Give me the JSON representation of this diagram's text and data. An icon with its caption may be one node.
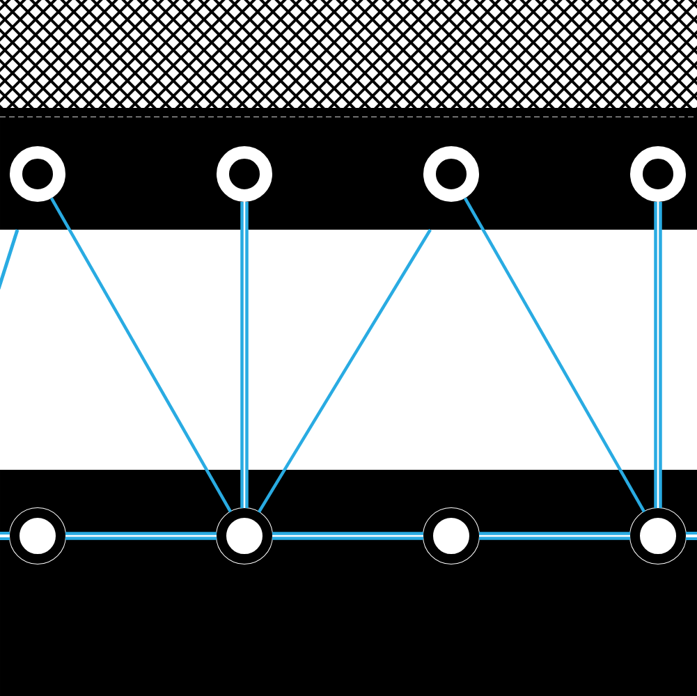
{
  "diagram": {
    "nodes": [
      {
        "text": [],
        "shape": "circle"
      },
      {
        "text": [],
        "shape": "circle"
      },
      {
        "text": [],
        "shape": "circle"
      },
      {
        "text": [],
        "shape": "circle"
      },
      {
        "text": [],
        "shape": "circle"
      },
      {
        "text": [],
        "shape": "circle"
      },
      {
        "text": [],
        "shape": "circle"
      },
      {
        "text": [],
        "shape": "circle"
      }
    ],
    "edges": [
      {
        "from": 0,
        "to": 5,
        "arrow": "none"
      },
      {
        "from": 1,
        "to": 5,
        "arrow": "none"
      },
      {
        "from": 5,
        "to": null,
        "arrow": "none"
      },
      {
        "from": 2,
        "to": 7,
        "arrow": "none"
      },
      {
        "from": 3,
        "to": 7,
        "arrow": "none"
      },
      {
        "from": 4,
        "to": 5,
        "arrow": "none"
      },
      {
        "from": 5,
        "to": 6,
        "arrow": "none"
      },
      {
        "from": 6,
        "to": 7,
        "arrow": "none"
      }
    ]
  }
}
